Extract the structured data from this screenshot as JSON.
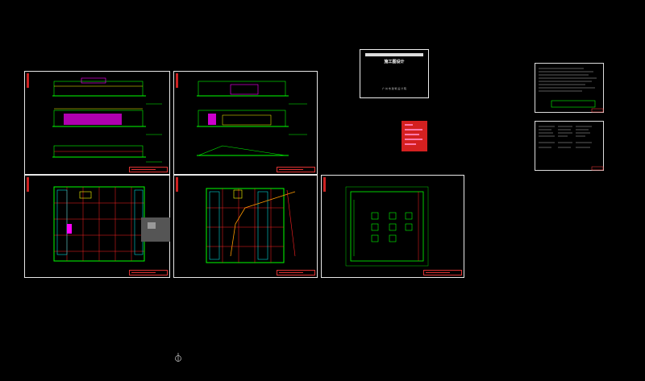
{
  "app": {
    "title": "CAD Model Space"
  },
  "cover": {
    "title": "施工图设计",
    "subtitle": "",
    "code": "",
    "company": "广 州 市 建 筑 设 计 院",
    "date": ""
  },
  "sheets": [
    {
      "id": "elevations-1",
      "caption": ""
    },
    {
      "id": "elevations-2",
      "caption": ""
    },
    {
      "id": "floor-plan-1",
      "caption": ""
    },
    {
      "id": "floor-plan-2",
      "caption": ""
    },
    {
      "id": "roof-plan",
      "caption": ""
    }
  ],
  "colors": {
    "background": "#000000",
    "frame": "#e8e8e8",
    "walls": "#00ff00",
    "grid": "#ff2020",
    "accent_magenta": "#ff00ff",
    "accent_yellow": "#ffff00",
    "title_block": "#dd3333"
  }
}
